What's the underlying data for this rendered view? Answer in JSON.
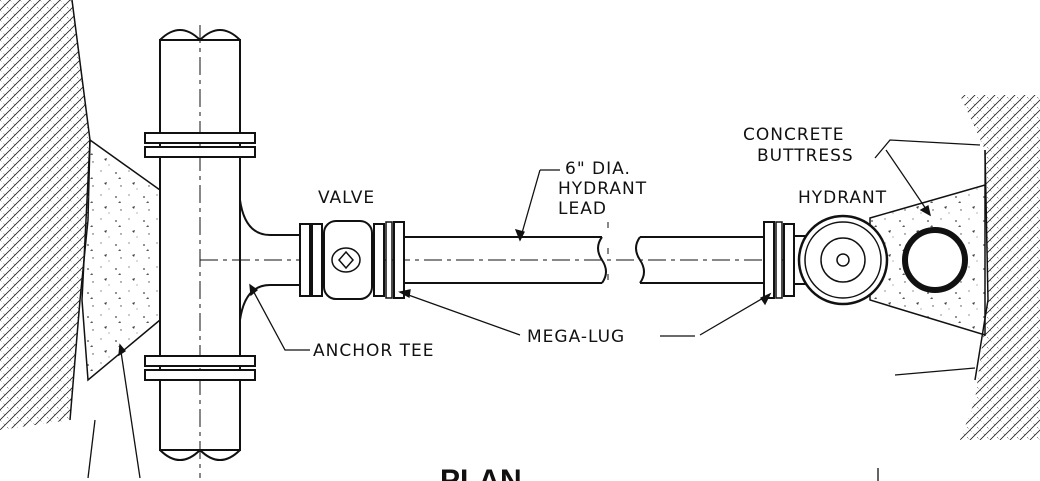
{
  "title": "PLAN",
  "labels": {
    "valve": "VALVE",
    "hydrant": "HYDRANT",
    "lead_line1": "6\" DIA.",
    "lead_line2": "HYDRANT",
    "lead_line3": "LEAD",
    "buttress_line1": "CONCRETE",
    "buttress_line2": "BUTTRESS",
    "anchor_tee": "ANCHOR TEE",
    "mega_lug": "MEGA-LUG"
  },
  "colors": {
    "ink": "#111111",
    "paper": "#ffffff"
  }
}
